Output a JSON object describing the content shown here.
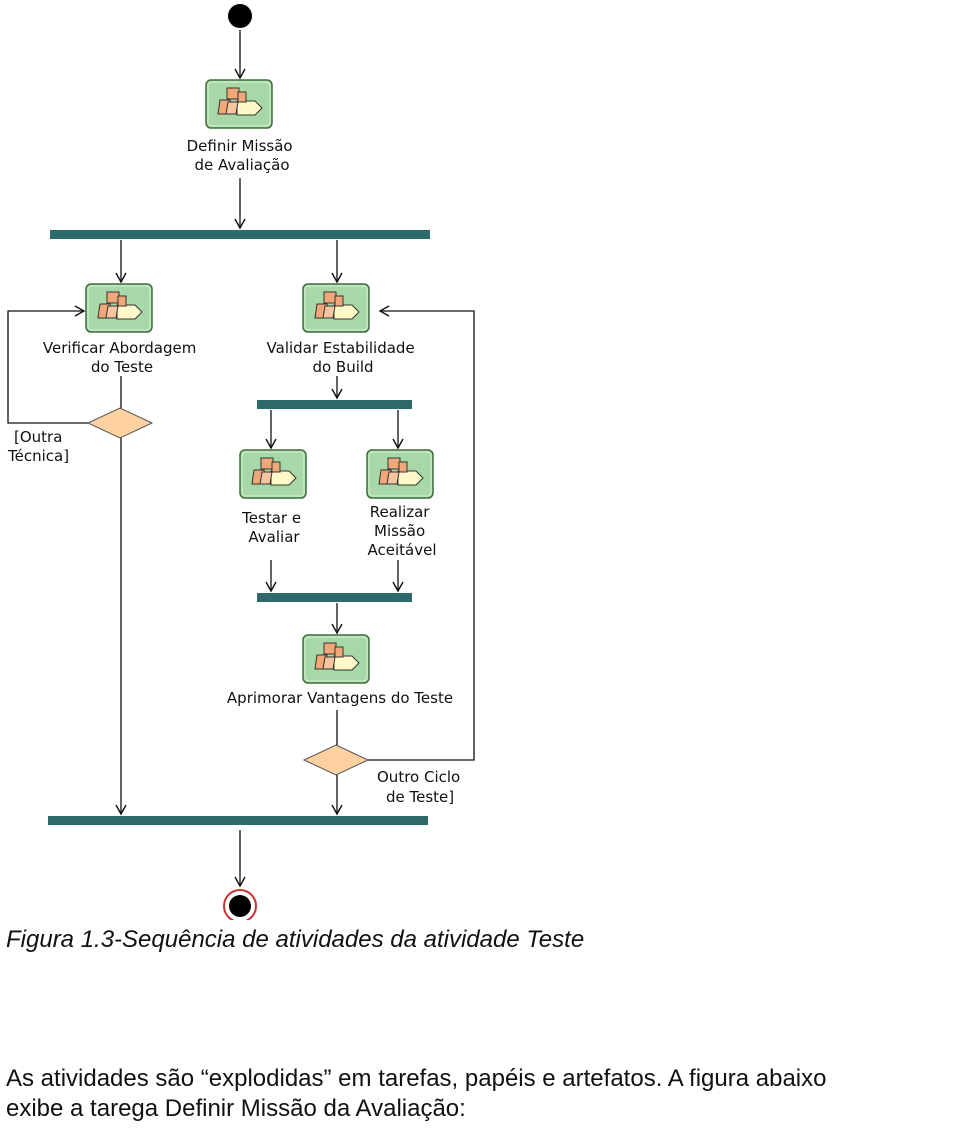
{
  "diagram": {
    "activities": {
      "definir": [
        "Definir Missão",
        "de Avaliação"
      ],
      "verificar": [
        "Verificar Abordagem",
        "do Teste"
      ],
      "validar": [
        "Validar Estabilidade",
        "do Build"
      ],
      "testar": [
        "Testar e",
        "Avaliar"
      ],
      "realizar": [
        "Realizar",
        "Missão",
        "Aceitável"
      ],
      "aprimorar": [
        "Aprimorar Vantagens do Teste"
      ]
    },
    "guards": {
      "outra_tecnica": [
        "[Outra",
        "Técnica]"
      ],
      "outro_ciclo": [
        "Outro Ciclo",
        "de Teste]"
      ]
    },
    "colors": {
      "bar": "#2e6a6a",
      "activity_fill": "#a8d8a8",
      "decision_fill": "#ffd0a0",
      "person": "#f0a878",
      "document": "#fff8c8",
      "node": "#000000",
      "end_ring": "#cc3333"
    }
  },
  "caption": "Figura 1.3-Sequência de atividades da atividade Teste",
  "paragraph": {
    "line1": "As atividades são “explodidas” em tarefas, papéis e artefatos. A figura abaixo",
    "line2": "exibe a tarega Definir Missão da Avaliação:"
  }
}
